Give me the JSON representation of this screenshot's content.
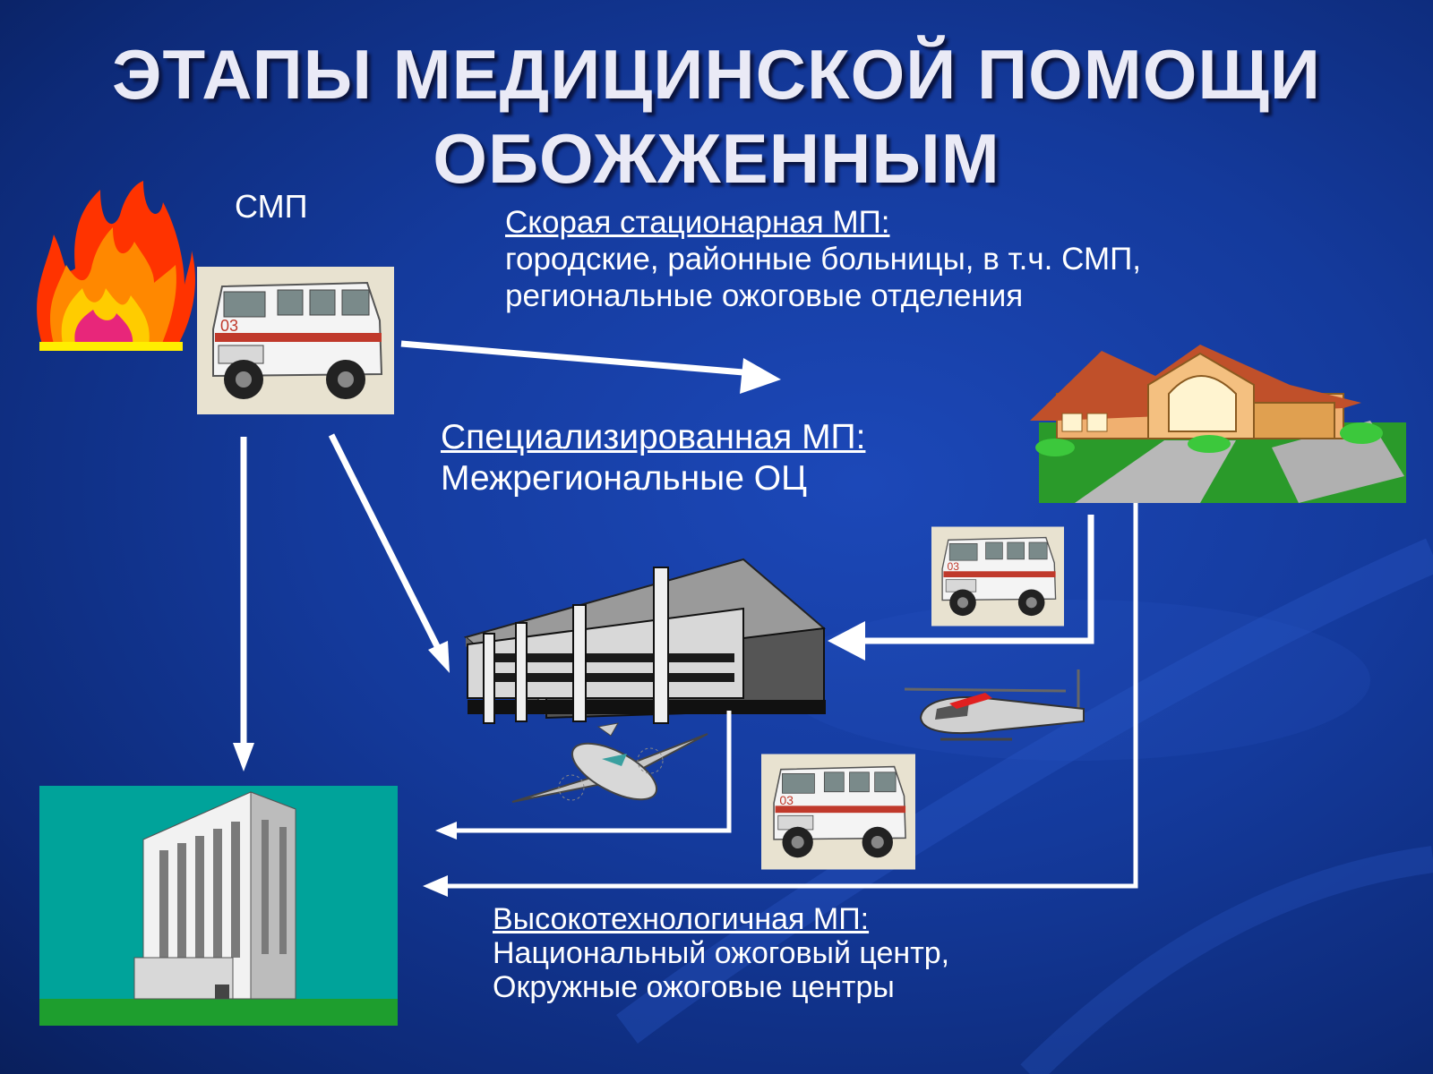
{
  "title": {
    "line1": "ЭТАПЫ МЕДИЦИНСКОЙ ПОМОЩИ",
    "line2": "ОБОЖЖЕННЫМ"
  },
  "smp_label": "СМП",
  "stage_emergency": {
    "heading": "Скорая стационарная МП:",
    "line1": "городские, районные больницы, в т.ч. СМП,",
    "line2": "региональные ожоговые отделения"
  },
  "stage_specialized": {
    "heading": "Специализированная МП:",
    "line1": "Межрегиональные ОЦ"
  },
  "stage_hightech": {
    "heading": "Высокотехнологичная МП:",
    "line1": "Национальный ожоговый центр,",
    "line2": "Окружные ожоговые центры"
  },
  "ambulance_plate": "03",
  "colors": {
    "background": "#143a9c",
    "arrow": "#ffffff",
    "title": "#eaeaf6",
    "teal": "#00a39a",
    "grass": "#1e9e2e"
  },
  "icons": [
    "fire-icon",
    "ambulance-icon",
    "house-icon",
    "clinic-building-icon",
    "helicopter-icon",
    "airplane-icon",
    "hospital-tower-icon"
  ]
}
